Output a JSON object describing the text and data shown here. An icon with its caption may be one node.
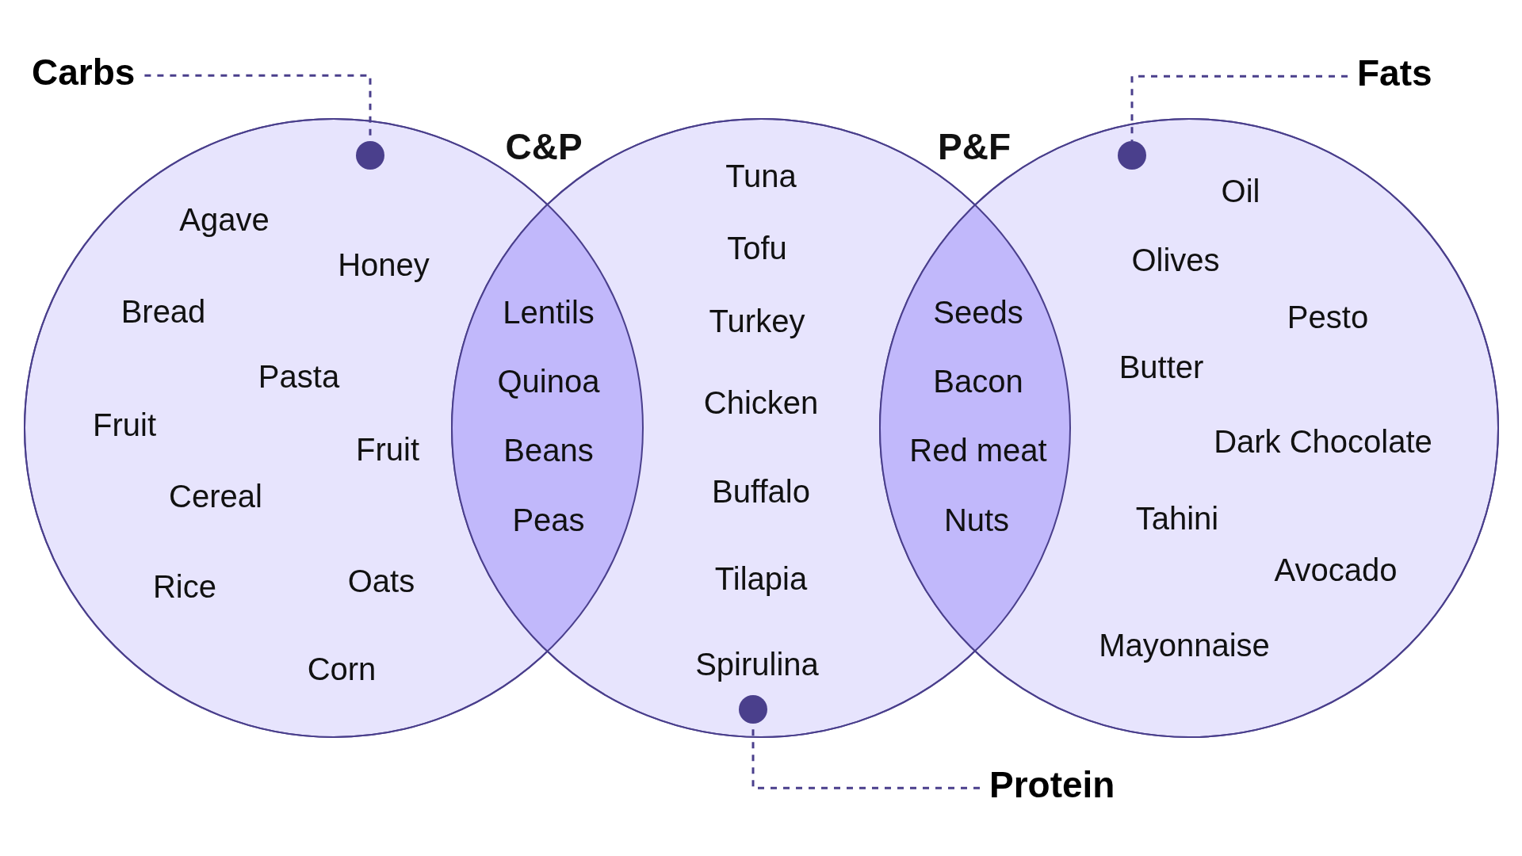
{
  "diagram": {
    "nodes": [
      {
        "text": [
          "Carbs"
        ]
      },
      {
        "text": [],
        "shape": "circle"
      },
      {
        "text": [
          "Fats"
        ]
      },
      {
        "text": [],
        "shape": "circle"
      },
      {
        "text": [
          "Protein"
        ]
      },
      {
        "text": [],
        "shape": "circle"
      }
    ],
    "edges": [
      {
        "from": 0,
        "to": 1,
        "arrow": "none",
        "style": "dashed"
      },
      {
        "from": 2,
        "to": 3,
        "arrow": "none",
        "style": "dashed"
      },
      {
        "from": 4,
        "to": 5,
        "arrow": "none",
        "style": "dashed"
      }
    ],
    "labels": [
      "Agave",
      "Honey",
      "Bread",
      "Pasta",
      "Fruit",
      "Fruit",
      "Cereal",
      "Rice",
      "Oats",
      "Corn",
      "C&P",
      "Lentils",
      "Quinoa",
      "Beans",
      "Peas",
      "Tuna",
      "Tofu",
      "Turkey",
      "Chicken",
      "Buffalo",
      "Tilapia",
      "Spirulina",
      "P&F",
      "Seeds",
      "Bacon",
      "Red meat",
      "Nuts",
      "Oil",
      "Olives",
      "Pesto",
      "Butter",
      "Dark Chocolate",
      "Tahini",
      "Avocado",
      "Mayonnaise"
    ]
  }
}
